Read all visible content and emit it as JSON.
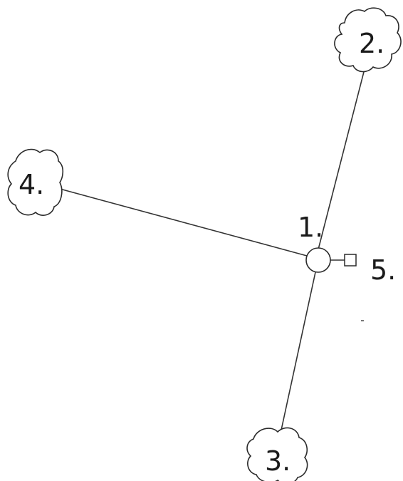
{
  "diagram": {
    "nodes": [
      {
        "id": "1",
        "label": "1.",
        "shape": "circle"
      },
      {
        "id": "2",
        "label": "2.",
        "shape": "cloud"
      },
      {
        "id": "3",
        "label": "3.",
        "shape": "cloud"
      },
      {
        "id": "4",
        "label": "4.",
        "shape": "cloud"
      },
      {
        "id": "5",
        "label": "5.",
        "shape": "square"
      }
    ],
    "edges": [
      {
        "from": "1",
        "to": "2"
      },
      {
        "from": "1",
        "to": "3"
      },
      {
        "from": "1",
        "to": "4"
      },
      {
        "from": "1",
        "to": "5"
      }
    ],
    "colors": {
      "line": "#333333",
      "background": "#ffffff"
    }
  }
}
